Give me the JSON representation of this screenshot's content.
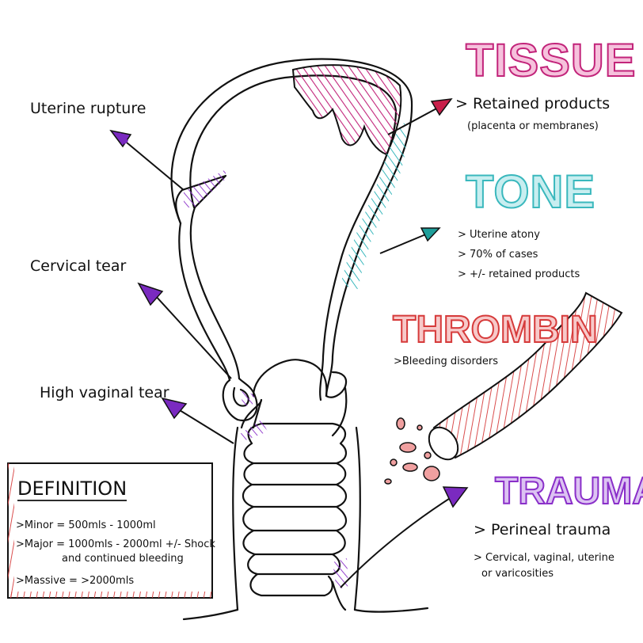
{
  "colors": {
    "tissue": "#c2247a",
    "tone": "#3ab8bd",
    "thrombin": "#d63a3a",
    "trauma": "#8a2fc9",
    "ink": "#111111",
    "purple_arrow": "#7a2ac0",
    "teal_arrow": "#1e9e9a",
    "red_arrow": "#c91f4a"
  },
  "headings": {
    "tissue": "TISSUE",
    "tone": "TONE",
    "thrombin": "THROMBIN",
    "trauma": "TRAUMA"
  },
  "tissue": {
    "line1": "> Retained products",
    "line2": "(placenta or membranes)"
  },
  "tone": {
    "items": [
      "> Uterine atony",
      "> 70% of cases",
      "> +/- retained products"
    ]
  },
  "thrombin": {
    "line1": ">Bleeding disorders"
  },
  "trauma": {
    "line1": "> Perineal trauma",
    "line2": "> Cervical, vaginal, uterine",
    "line3": "or varicosities"
  },
  "labels": {
    "uterine_rupture": "Uterine rupture",
    "cervical_tear": "Cervical tear",
    "high_vaginal_tear": "High vaginal tear"
  },
  "definition": {
    "title": "DEFINITION",
    "minor": ">Minor = 500mls - 1000ml",
    "major1": ">Major = 1000mls - 2000ml +/- Shock",
    "major2": "and continued bleeding",
    "massive": ">Massive = >2000mls"
  }
}
